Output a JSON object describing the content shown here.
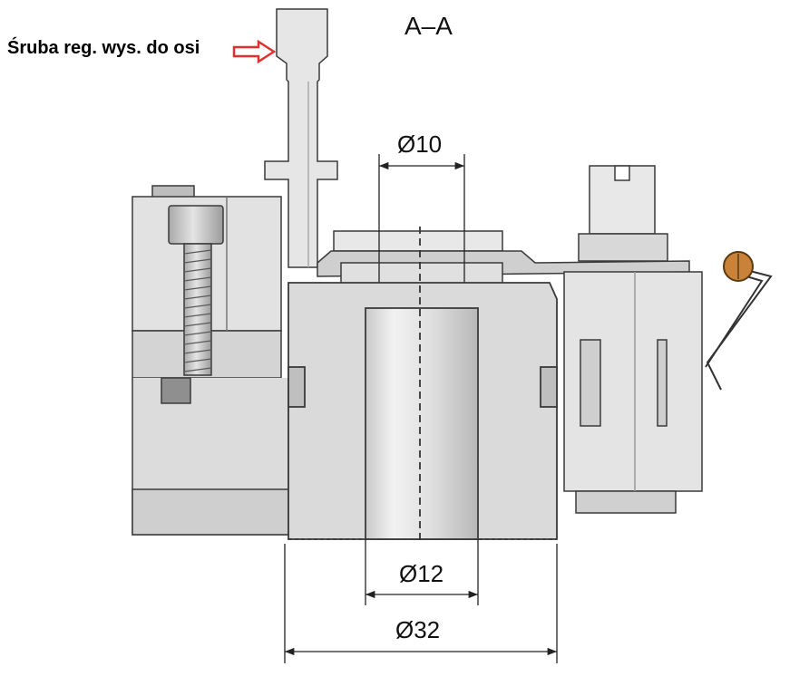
{
  "callout": {
    "label": "Śruba reg. wys. do osi",
    "arrow_color": "#e03030"
  },
  "section_label": "A–A",
  "dimensions": {
    "bore_top": "Ø10",
    "bore_bottom": "Ø12",
    "body_width": "Ø32"
  },
  "colors": {
    "body": "#d9d9d9",
    "body_light": "#ececec",
    "body_dark": "#b5b5b5",
    "outline": "#3a3a3a",
    "pin": "#c8823a"
  }
}
